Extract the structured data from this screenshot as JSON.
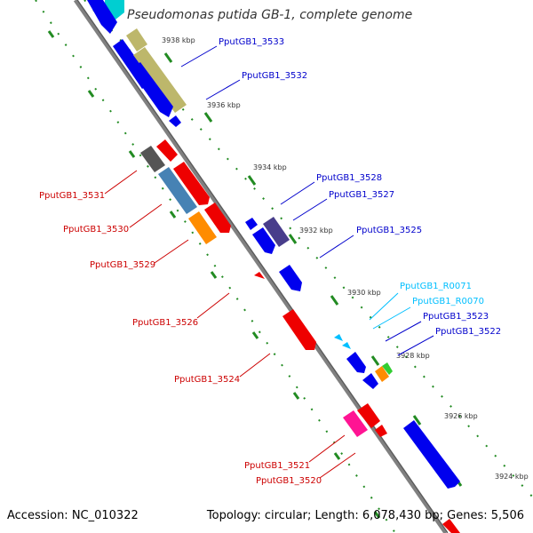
{
  "title": "Pseudomonas putida GB-1, complete genome",
  "footer": {
    "accession": "Accession: NC_010322",
    "topology": "Topology: circular; Length: 6,078,430 bp; Genes: 5,506"
  },
  "colors": {
    "backbone": "#808080",
    "tick_dots": "#228B22",
    "cds_blue": "#0000EE",
    "cds_red": "#EE0000",
    "cds_olive": "#BDB76B",
    "cds_gray": "#555555",
    "cds_steelblue": "#4682B4",
    "cds_orange": "#FF8C00",
    "cds_slate": "#483D8B",
    "cds_cyan": "#00CED1",
    "cds_magenta": "#FF1493",
    "rna_lightblue": "#00BFFF",
    "cds_green": "#32CD32",
    "label_blue": "#0000CC",
    "label_red": "#CC0000",
    "label_cyan": "#00BFFF"
  },
  "ticks": [
    "3938 kbp",
    "3936 kbp",
    "3934 kbp",
    "3932 kbp",
    "3930 kbp",
    "3928 kbp",
    "3926 kbp",
    "3924 kbp"
  ],
  "gene_labels": {
    "right": [
      "PputGB1_3533",
      "PputGB1_3532",
      "PputGB1_3528",
      "PputGB1_3527",
      "PputGB1_3525",
      "PputGB1_R0071",
      "PputGB1_R0070",
      "PputGB1_3523",
      "PputGB1_3522"
    ],
    "left": [
      "PputGB1_3531",
      "PputGB1_3530",
      "PputGB1_3529",
      "PputGB1_3526",
      "PputGB1_3524",
      "PputGB1_3521",
      "PputGB1_3520"
    ]
  }
}
